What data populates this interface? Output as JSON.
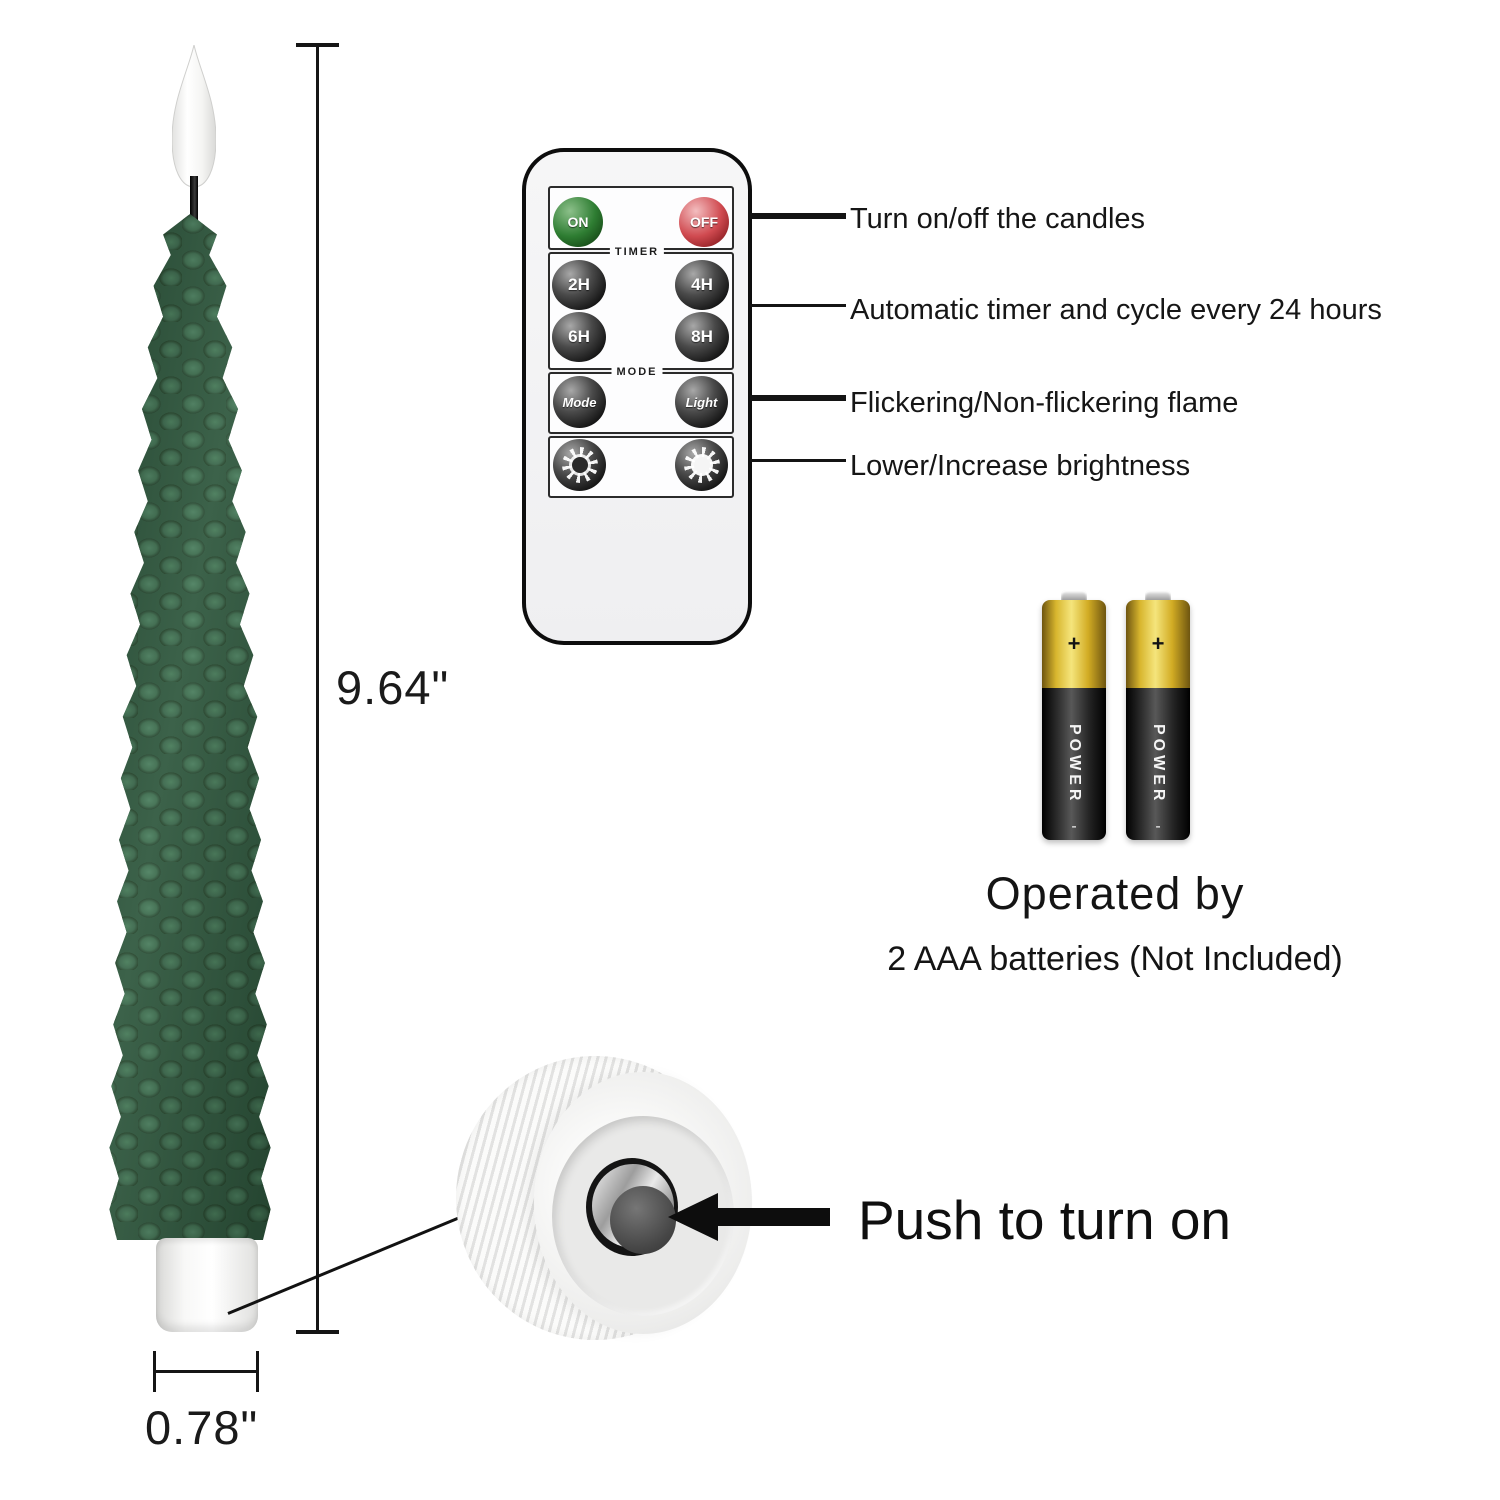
{
  "page": {
    "bg": "#ffffff"
  },
  "candle": {
    "height_label": "9.64\"",
    "diameter_label": "0.78\"",
    "body_color": "#2d563c",
    "flame_color": "#f4f4f2",
    "base_color": "#f2f2f1"
  },
  "remote": {
    "power": {
      "on": "ON",
      "off": "OFF"
    },
    "timer": {
      "section_label": "TIMER",
      "buttons": [
        "2H",
        "4H",
        "6H",
        "8H"
      ]
    },
    "mode": {
      "section_label": "MODE",
      "buttons": [
        "Mode",
        "Light"
      ]
    },
    "colors": {
      "on_button": "#2e7d32",
      "off_button": "#cf3a40",
      "dark_button": "#1c1c1c",
      "body": "#f3f3f4"
    }
  },
  "callouts": [
    {
      "label": "Turn on/off the candles"
    },
    {
      "label": "Automatic timer and cycle every 24 hours"
    },
    {
      "label": "Flickering/Non-flickering flame"
    },
    {
      "label": "Lower/Increase brightness"
    }
  ],
  "batteries": {
    "brand": "POWER",
    "positive_mark": "+",
    "negative_mark": "-",
    "caption_title": "Operated by",
    "caption_detail": "2 AAA batteries (Not Included)",
    "cap_color": "#e3c437",
    "body_color": "#151515"
  },
  "base_detail": {
    "push_label": "Push to turn on"
  }
}
